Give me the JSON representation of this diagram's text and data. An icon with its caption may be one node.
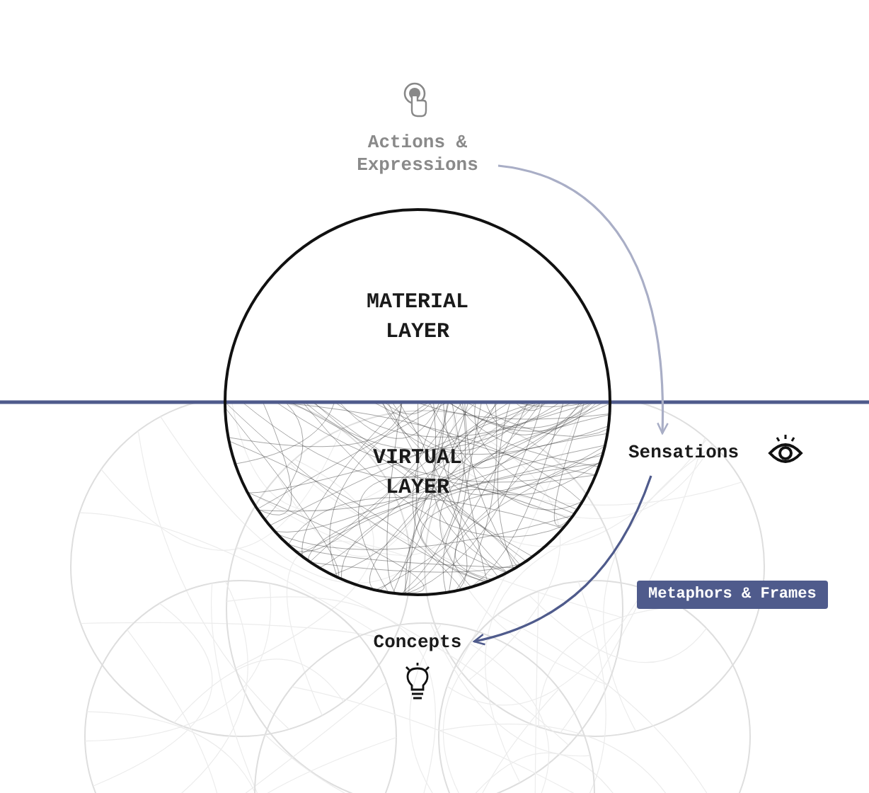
{
  "diagram": {
    "nodes": [
      {
        "text": [
          "MATERIAL LAYER",
          "VIRTUAL LAYER"
        ]
      },
      {
        "text": [
          "Actions & Expressions"
        ]
      },
      {
        "text": [
          "Sensations"
        ]
      },
      {
        "text": [
          "Concepts"
        ]
      }
    ],
    "edges": [
      {
        "from": 1,
        "to": 2,
        "arrow": "to",
        "color": "#a9aec6"
      },
      {
        "from": 2,
        "to": 3,
        "arrow": "to"
      }
    ],
    "labels": [
      "Metaphors & Frames"
    ]
  }
}
